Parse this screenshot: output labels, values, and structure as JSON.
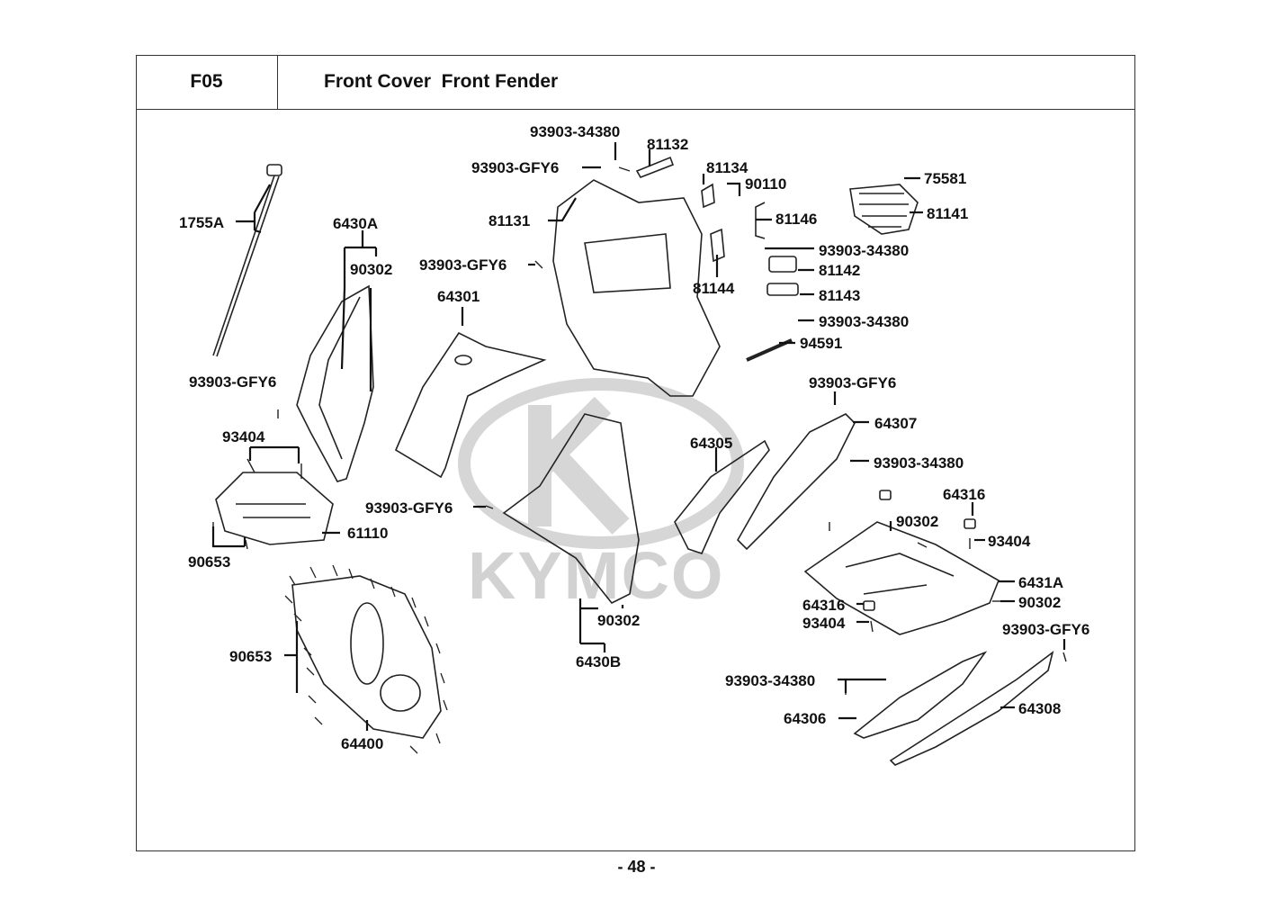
{
  "header": {
    "section_code": "F05",
    "title": "Front Cover  Front Fender"
  },
  "watermark": {
    "brand": "KYMCO",
    "color": "#d2d2d2"
  },
  "page_number": "- 48 -",
  "part_labels": {
    "p1755A": "1755A",
    "p6430A": "6430A",
    "p90302_a": "90302",
    "p93903_GFY6_a": "93903-GFY6",
    "p93404_a": "93404",
    "p61110": "61110",
    "p90653_a": "90653",
    "p90653_b": "90653",
    "p64400": "64400",
    "p93903_34380_a": "93903-34380",
    "p81132": "81132",
    "p93903_GFY6_b": "93903-GFY6",
    "p81134": "81134",
    "p90110": "90110",
    "p81131": "81131",
    "p81146": "81146",
    "p93903_GFY6_c": "93903-GFY6",
    "p64301": "64301",
    "p81144": "81144",
    "p75581": "75581",
    "p81141": "81141",
    "p93903_34380_b": "93903-34380",
    "p81142": "81142",
    "p81143": "81143",
    "p93903_34380_c": "93903-34380",
    "p94591": "94591",
    "p93903_GFY6_d": "93903-GFY6",
    "p64307": "64307",
    "p64305": "64305",
    "p93903_34380_d": "93903-34380",
    "p93903_GFY6_e": "93903-GFY6",
    "p64316_a": "64316",
    "p90302_b": "90302",
    "p93404_b": "93404",
    "p6431A": "6431A",
    "p64316_b": "64316",
    "p90302_c": "90302",
    "p93404_c": "93404",
    "p93903_GFY6_f": "93903-GFY6",
    "p90302_d": "90302",
    "p6430B": "6430B",
    "p93903_34380_e": "93903-34380",
    "p64306": "64306",
    "p64308": "64308"
  }
}
